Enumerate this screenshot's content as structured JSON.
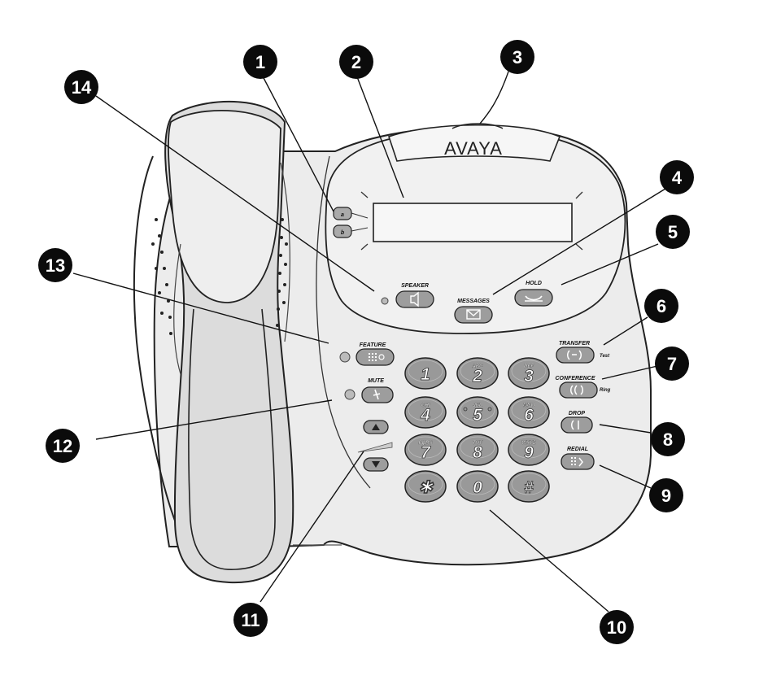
{
  "brand": {
    "logo_text": "AVAYA"
  },
  "line_buttons": [
    "a",
    "b"
  ],
  "buttons": {
    "speaker": "SPEAKER",
    "messages": "MESSAGES",
    "hold": "HOLD",
    "feature": "FEATURE",
    "mute": "MUTE",
    "transfer": "TRANSFER",
    "transfer_sub": "Test",
    "conference": "CONFERENCE",
    "conference_sub": "Ring",
    "drop": "DROP",
    "redial": "REDIAL"
  },
  "keypad": [
    {
      "digit": "1",
      "letters": ""
    },
    {
      "digit": "2",
      "letters": "ABC"
    },
    {
      "digit": "3",
      "letters": "DEF"
    },
    {
      "digit": "4",
      "letters": "GHI"
    },
    {
      "digit": "5",
      "letters": "JKL"
    },
    {
      "digit": "6",
      "letters": "MNO"
    },
    {
      "digit": "7",
      "letters": "PQRS"
    },
    {
      "digit": "8",
      "letters": "TUV"
    },
    {
      "digit": "9",
      "letters": "WXYZ"
    },
    {
      "digit": "✱",
      "letters": ""
    },
    {
      "digit": "0",
      "letters": ""
    },
    {
      "digit": "#",
      "letters": ""
    }
  ],
  "callouts": [
    "1",
    "2",
    "3",
    "4",
    "5",
    "6",
    "7",
    "8",
    "9",
    "10",
    "11",
    "12",
    "13",
    "14"
  ]
}
